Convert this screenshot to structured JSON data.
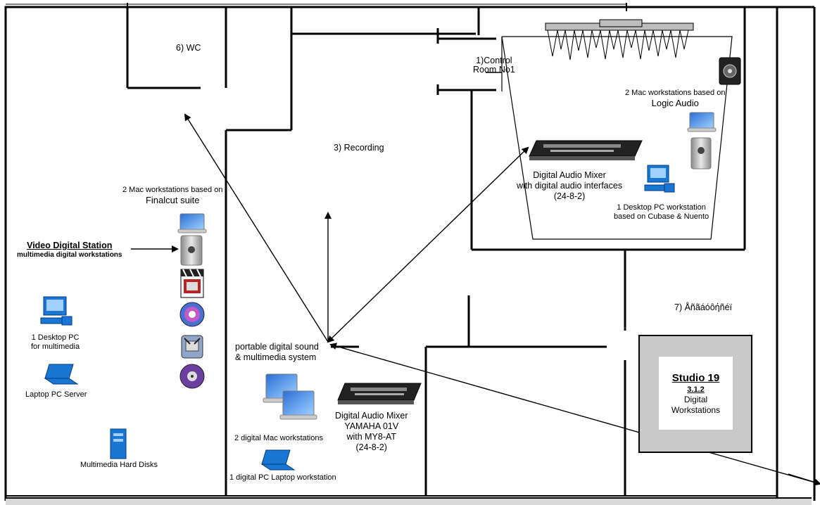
{
  "rooms": {
    "wc": "6) WC",
    "control_room_line1": "1)Control",
    "control_room_line2": "Room No1",
    "recording": "3) Recording",
    "room7": "7) Åñãáóôήñéï"
  },
  "control_room": {
    "mac_caption_line1": "2 Mac workstations based on",
    "mac_caption_line2": "Logic Audio",
    "mixer_line1": "Digital Audio Mixer",
    "mixer_line2": "with digital audio interfaces",
    "mixer_line3": "(24-8-2)",
    "pc_line1": "1 Desktop PC workstation",
    "pc_line2": "based on Cubase & Nuento"
  },
  "video_station": {
    "mac_caption_line1": "2 Mac workstations based on",
    "mac_caption_line2": "Finalcut suite",
    "title": "Video  Digital Station",
    "subtitle": "multimedia digital workstations",
    "desktop_line1": "1 Desktop PC",
    "desktop_line2": "for multimedia",
    "laptop": "Laptop PC Server",
    "disks": "Multimedia Hard Disks"
  },
  "portable": {
    "title_line1": "portable digital sound",
    "title_line2": "& multimedia system",
    "macs": "2 digital Mac workstations",
    "pc_laptop": "1 digital PC Laptop workstation",
    "mixer_line1": "Digital Audio Mixer",
    "mixer_line2": "YAMAHA 01V",
    "mixer_line3": "with MY8-AT",
    "mixer_line4": "(24-8-2)"
  },
  "studio": {
    "title": "Studio 19",
    "code": "3.1.2",
    "desc_line1": "Digital",
    "desc_line2": "Workstations"
  },
  "icons": [
    "laptop-icon",
    "mac-tower-icon",
    "desktop-pc-icon",
    "mixer-icon",
    "hard-disk-icon",
    "final-cut-icon",
    "motion-icon",
    "compressor-icon",
    "dvd-studio-icon",
    "logic-audio-icon"
  ]
}
